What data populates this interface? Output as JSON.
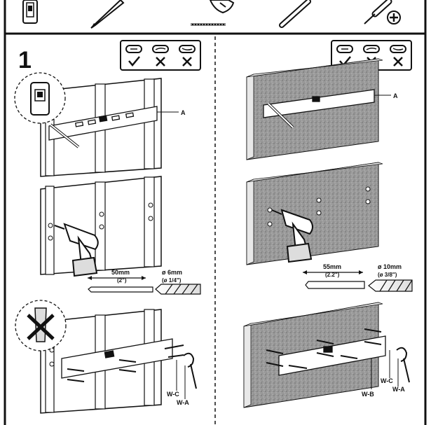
{
  "step": {
    "number": "1"
  },
  "labels": {
    "bracket_a": "A",
    "washer_wc": "W-C",
    "washer_wa": "W-A",
    "washer_wb": "W-B"
  },
  "wood_stud": {
    "depth_mm": "50mm",
    "depth_in": "(2\")",
    "drill_mm": "ø 6mm",
    "drill_in": "(ø 1/4\")"
  },
  "concrete": {
    "depth_mm": "55mm",
    "depth_in": "(2.2\")",
    "drill_mm": "ø 10mm",
    "drill_in": "(ø 3/8\")"
  },
  "icons": [
    "wall-plate-icon",
    "pencil-icon",
    "stud-finder-icon",
    "wrench-icon",
    "phillips-screwdriver-icon",
    "drill-icon",
    "level-icon",
    "no-anchor-icon",
    "check-icon",
    "cross-icon"
  ],
  "colors": {
    "line": "#111111",
    "concrete": "#8f8f8f",
    "wood": "#ffffff"
  }
}
